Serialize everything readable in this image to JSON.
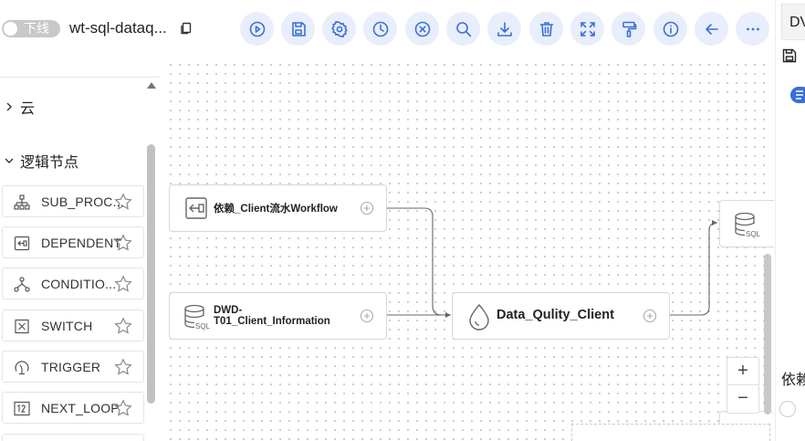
{
  "header": {
    "toggle_label": "下线",
    "workflow_title": "wt-sql-dataq...",
    "toolbar": [
      "run-icon",
      "save-icon",
      "settings-icon",
      "clock-icon",
      "cancel-icon",
      "search-icon",
      "download-icon",
      "delete-icon",
      "fullscreen-icon",
      "format-icon",
      "info-icon",
      "back-icon",
      "more-icon"
    ]
  },
  "right_panel": {
    "tab_label": "DV",
    "text": "依赖",
    "radio_label": ""
  },
  "left_panel": {
    "categories": [
      {
        "label": "云",
        "expanded": false
      },
      {
        "label": "逻辑节点",
        "expanded": true
      }
    ],
    "items": [
      {
        "label": "SUB_PROC...",
        "icon": "sub-process-icon"
      },
      {
        "label": "DEPENDENT",
        "icon": "dependent-icon"
      },
      {
        "label": "CONDITIO...",
        "icon": "conditions-icon"
      },
      {
        "label": "SWITCH",
        "icon": "switch-icon"
      },
      {
        "label": "TRIGGER",
        "icon": "trigger-icon"
      },
      {
        "label": "NEXT_LOOP",
        "icon": "next-loop-icon"
      }
    ]
  },
  "canvas": {
    "nodes": [
      {
        "label": "依赖_Client流水Workflow",
        "type": "dependent"
      },
      {
        "label_line1": "DWD-",
        "label_line2": "T01_Client_Information",
        "type": "sql"
      },
      {
        "label": "Data_Qulity_Client",
        "type": "data-quality"
      },
      {
        "label": "",
        "type": "sql"
      }
    ],
    "zoom_in": "+",
    "zoom_out": "−"
  },
  "colors": {
    "accent": "#3b6fd8",
    "button_bg": "#e8eefb",
    "toggle_off": "#c8c8c8"
  }
}
